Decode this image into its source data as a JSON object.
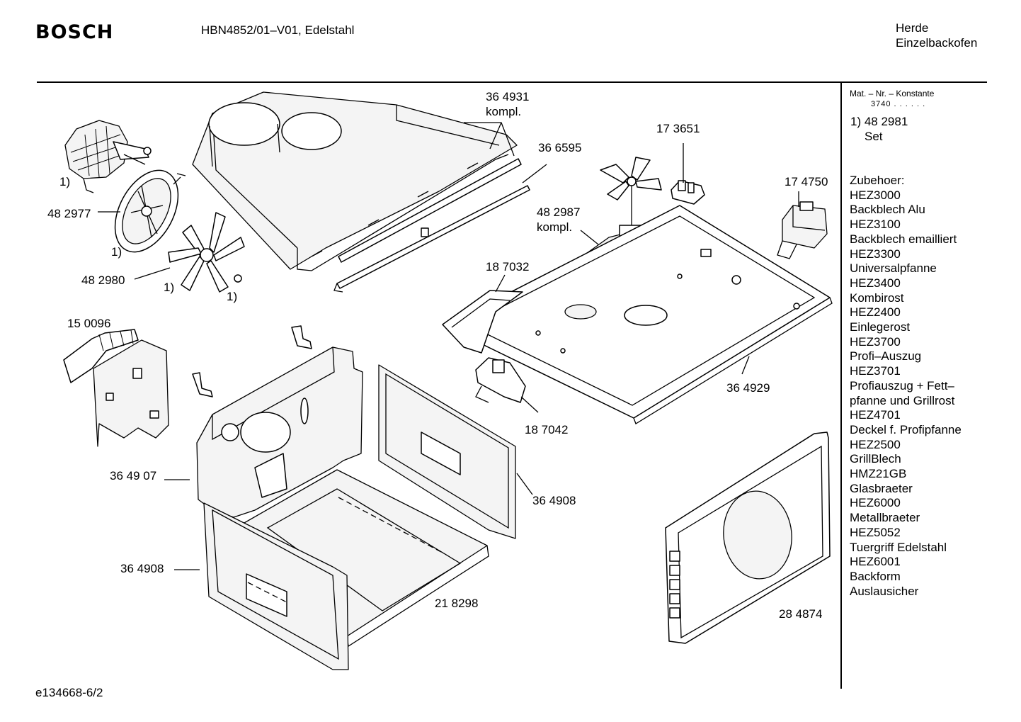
{
  "header": {
    "brand": "BOSCH",
    "model": "HBN4852/01–V01, Edelstahl",
    "category_1": "Herde",
    "category_2": "Einzelbackofen"
  },
  "footer": {
    "code": "e134668-6/2"
  },
  "legend": {
    "mat_line": "Mat. – Nr. – Konstante",
    "constant": "3740 . . . . . .",
    "set_number": "1) 48 2981",
    "set_label": "Set",
    "accessories_title": "Zubehoer:",
    "accessories": [
      "HEZ3000",
      "Backblech Alu",
      "HEZ3100",
      "Backblech emailliert",
      "HEZ3300",
      "Universalpfanne",
      "HEZ3400",
      "Kombirost",
      "HEZ2400",
      "Einlegerost",
      "HEZ3700",
      "Profi–Auszug",
      "HEZ3701",
      "Profiauszug + Fett–",
      "pfanne und Grillrost",
      "HEZ4701",
      "Deckel f. Profipfanne",
      "HEZ2500",
      "GrillBlech",
      "HMZ21GB",
      "Glasbraeter",
      "HEZ6000",
      "Metallbraeter",
      "HEZ5052",
      "Tuergriff Edelstahl",
      "HEZ6001",
      "Backform",
      "Auslausicher"
    ]
  },
  "parts": {
    "p364931": "36 4931",
    "p364931_sub": "kompl.",
    "p366595": "36 6595",
    "p173651": "17 3651",
    "p174750": "17 4750",
    "p482987": "48 2987",
    "p482987_sub": "kompl.",
    "p482977": "48 2977",
    "p482980": "48 2980",
    "p187032": "18 7032",
    "p150096": "15 0096",
    "p364929": "36 4929",
    "p187042": "18 7042",
    "p364907": "36 49 07",
    "p364908a": "36 4908",
    "p364908b": "36 4908",
    "p218298": "21 8298",
    "p284874": "28 4874",
    "note1": "1)",
    "note2": "1)",
    "note3": "1)",
    "note4": "1)"
  }
}
